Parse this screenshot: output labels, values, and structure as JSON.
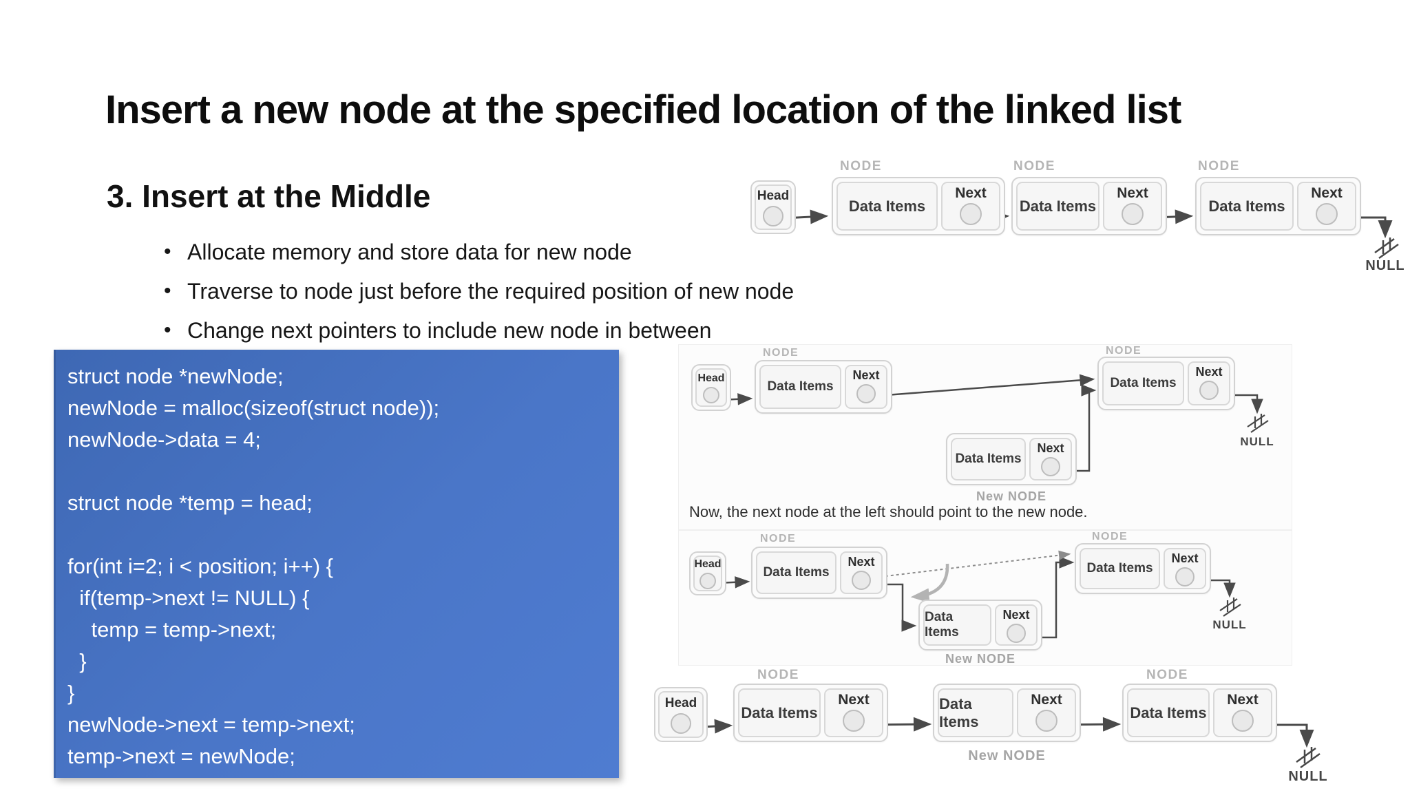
{
  "slide": {
    "title": "Insert a new node at the specified location of the linked list",
    "heading": "3. Insert at the Middle",
    "bullet_char": "•",
    "bullets": [
      "Allocate memory and store data for new node",
      "Traverse to node just before the required position of new node",
      "Change next pointers to include new node in between"
    ]
  },
  "code": {
    "background_color": "#4472c4",
    "text_color": "#ffffff",
    "lines": [
      "struct node *newNode;",
      "newNode = malloc(sizeof(struct node));",
      "newNode->data = 4;",
      "",
      "struct node *temp = head;",
      "",
      "for(int i=2; i < position; i++) {",
      "  if(temp->next != NULL) {",
      "    temp = temp->next;",
      "  }",
      "}",
      "newNode->next = temp->next;",
      "temp->next = newNode;"
    ]
  },
  "labels": {
    "node": "NODE",
    "new_node": "New NODE",
    "head": "Head",
    "data_items": "Data Items",
    "next": "Next",
    "null_text": "NULL"
  },
  "diagrams": {
    "d1": {
      "visible_labels": [
        "NODE",
        "NODE",
        "NODE",
        "Head",
        "Data Items",
        "Next",
        "NULL"
      ]
    },
    "d2": {
      "caption": "Now, the next node at the left should point to the new node.",
      "visible_labels": [
        "NODE",
        "NODE",
        "Head",
        "Data Items",
        "Next",
        "New NODE",
        "NULL"
      ]
    },
    "d3": {
      "visible_labels": [
        "NODE",
        "NODE",
        "Head",
        "Data Items",
        "Next",
        "New NODE",
        "NULL"
      ]
    },
    "d4": {
      "visible_labels": [
        "NODE",
        "NODE",
        "Head",
        "Data Items",
        "Next",
        "New NODE",
        "NULL"
      ]
    }
  }
}
